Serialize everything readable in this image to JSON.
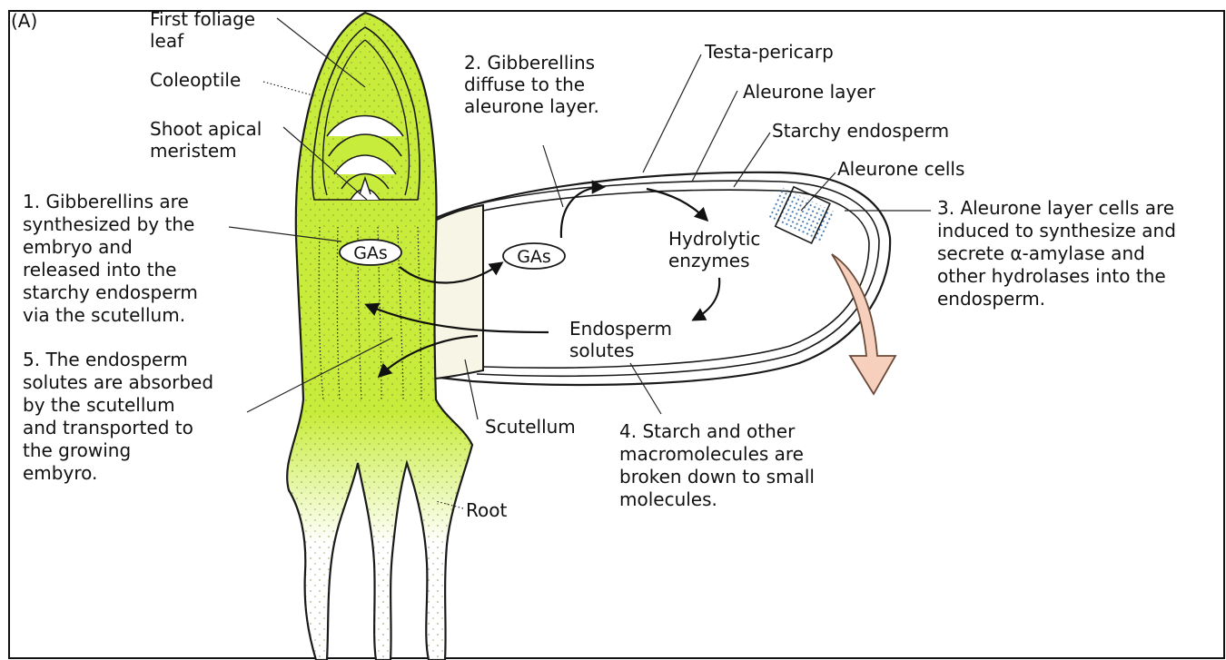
{
  "panel_label": "(A)",
  "labels": {
    "first_foliage_leaf": [
      "First foliage",
      "leaf"
    ],
    "coleoptile": "Coleoptile",
    "shoot_apical_meristem": [
      "Shoot apical",
      "meristem"
    ],
    "step1": [
      "1. Gibberellins are",
      "synthesized by the",
      "embryo and",
      "released into the",
      "starchy endosperm",
      "via the scutellum."
    ],
    "step5": [
      "5. The endosperm",
      "solutes are absorbed",
      "by the scutellum",
      "and transported to",
      "the growing",
      "embyro."
    ],
    "step2": [
      "2. Gibberellins",
      "diffuse to the",
      "aleurone layer."
    ],
    "testa_pericarp": "Testa-pericarp",
    "aleurone_layer": "Aleurone layer",
    "starchy_endosperm": "Starchy endosperm",
    "aleurone_cells": "Aleurone cells",
    "step3": [
      "3. Aleurone layer cells are",
      "induced to synthesize and",
      "secrete α-amylase and",
      "other hydrolases into the",
      "endosperm."
    ],
    "hydrolytic_enzymes": [
      "Hydrolytic",
      "enzymes"
    ],
    "endosperm_solutes": [
      "Endosperm",
      "solutes"
    ],
    "scutellum": "Scutellum",
    "step4": [
      "4. Starch and other",
      "macromolecules are",
      "broken down to small",
      "molecules."
    ],
    "root": "Root",
    "gas_embryo": "GAs",
    "gas_endosperm": "GAs"
  },
  "colors": {
    "shoot_green": "#c8ec3c",
    "scutellum_fill": "#f7f6e6",
    "amylase_arrow": "#f6d0bc",
    "aleurone_cells_dots": "#4a7bb0"
  }
}
